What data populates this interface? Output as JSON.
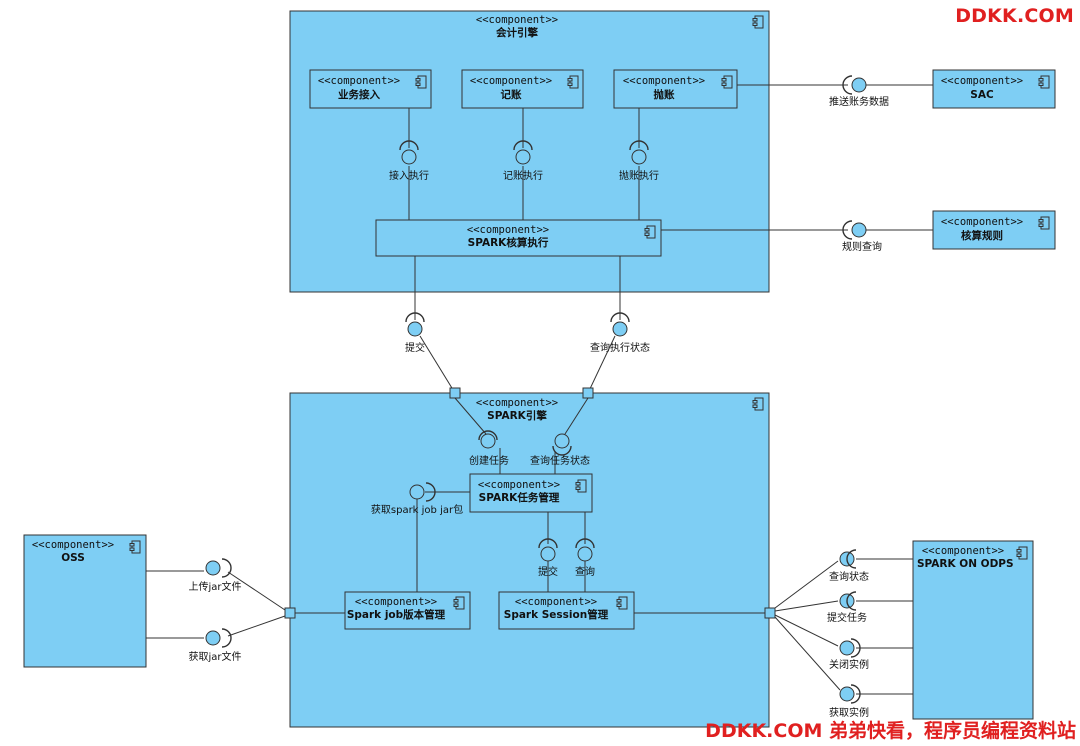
{
  "stereotype": "<<component>>",
  "components": {
    "accounting_engine": "会计引擎",
    "business_access": "业务接入",
    "bookkeeping": "记账",
    "throw_account": "抛账",
    "sac": "SAC",
    "spark_accounting_exec": "SPARK核算执行",
    "accounting_rules": "核算规则",
    "spark_engine": "SPARK引擎",
    "spark_task_mgmt": "SPARK任务管理",
    "spark_job_version_mgmt": "Spark job版本管理",
    "spark_session_mgmt": "Spark Session管理",
    "oss": "OSS",
    "spark_on_odps": "SPARK ON ODPS"
  },
  "interfaces": {
    "access_exec": "接入执行",
    "bookkeeping_exec": "记账执行",
    "throw_exec": "抛账执行",
    "push_account_data": "推送账务数据",
    "rule_query": "规则查询",
    "submit": "提交",
    "query_exec_status": "查询执行状态",
    "create_task": "创建任务",
    "query_task_status": "查询任务状态",
    "get_spark_job_jar": "获取spark job jar包",
    "submit2": "提交",
    "query": "查询",
    "upload_jar": "上传jar文件",
    "get_jar": "获取jar文件",
    "query_status": "查询状态",
    "submit_task": "提交任务",
    "close_instance": "关闭实例",
    "get_instance": "获取实例"
  },
  "watermarks": {
    "top": "DDKK.COM",
    "bottom": "DDKK.COM 弟弟快看，程序员编程资料站"
  }
}
